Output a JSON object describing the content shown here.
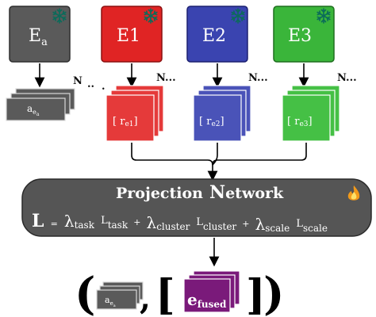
{
  "encoders": [
    {
      "id": "a",
      "label_main": "E",
      "label_sub": "a",
      "color": "#5a5a5a",
      "border": "#2e2e2e"
    },
    {
      "id": "1",
      "label_main": "E1",
      "label_sub": "",
      "color": "#e02424",
      "border": "#8c1010"
    },
    {
      "id": "2",
      "label_main": "E2",
      "label_sub": "",
      "color": "#3a44b0",
      "border": "#1c2070"
    },
    {
      "id": "3",
      "label_main": "E3",
      "label_sub": "",
      "color": "#3ab53a",
      "border": "#1e6e1e"
    }
  ],
  "n_labels": [
    "N",
    "..",
    "N...",
    "N...",
    "N..."
  ],
  "outputs": {
    "a": {
      "main": "a",
      "sub": "e",
      "subsub": "a"
    },
    "r1": {
      "open": "[ ",
      "main": "r",
      "sub": "e1",
      "close": "]"
    },
    "r2": {
      "open": "[ ",
      "main": "r",
      "sub": "e2",
      "close": "]"
    },
    "r3": {
      "open": "[ ",
      "main": "r",
      "sub": "e3",
      "close": "]"
    }
  },
  "projection": {
    "title_a": "Projection",
    "title_n": "N",
    "title_b": "etwork",
    "loss": {
      "L": "L",
      "eq": "=",
      "lambda": "λ",
      "task": "task",
      "cluster": "cluster",
      "scale": "scale",
      "plus": "+"
    },
    "color": "#555555"
  },
  "result": {
    "paren_open": "(",
    "comma": ",",
    "bracket_open": "[",
    "bracket_close": "]",
    "paren_close": ")",
    "a_main": "a",
    "a_sub": "e",
    "a_subsub": "a",
    "e_main": "e",
    "e_sub": "fused",
    "fused_color": "#7a1a7a"
  },
  "icons": [
    "snowflake-icon",
    "flame-icon"
  ]
}
